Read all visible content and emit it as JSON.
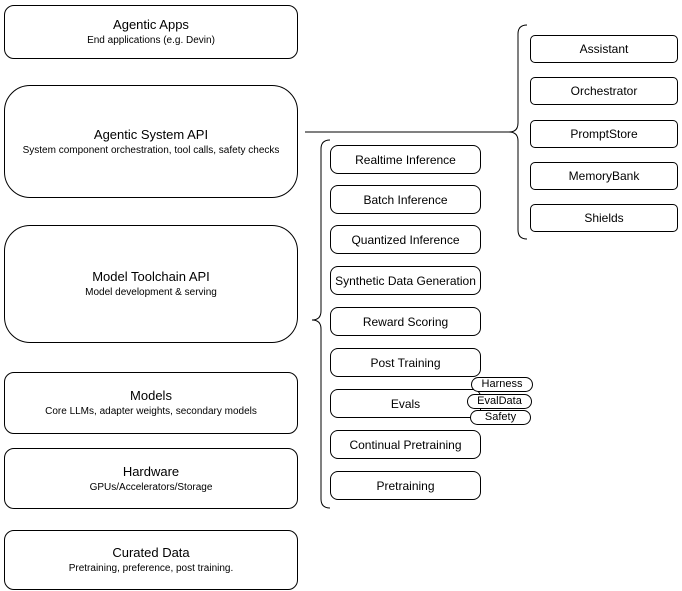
{
  "diagram": {
    "left_stack": [
      {
        "title": "Agentic Apps",
        "subtitle": "End applications (e.g. Devin)"
      },
      {
        "title": "Agentic System API",
        "subtitle": "System component orchestration, tool calls, safety checks"
      },
      {
        "title": "Model Toolchain API",
        "subtitle": "Model development & serving"
      },
      {
        "title": "Models",
        "subtitle": "Core LLMs, adapter weights, secondary models"
      },
      {
        "title": "Hardware",
        "subtitle": "GPUs/Accelerators/Storage"
      },
      {
        "title": "Curated Data",
        "subtitle": "Pretraining, preference, post training."
      }
    ],
    "toolchain_items": [
      "Realtime Inference",
      "Batch Inference",
      "Quantized Inference",
      "Synthetic Data Generation",
      "Reward Scoring",
      "Post Training",
      "Evals",
      "Continual Pretraining",
      "Pretraining"
    ],
    "evals_tags": [
      "Harness",
      "EvalData",
      "Safety"
    ],
    "system_components": [
      "Assistant",
      "Orchestrator",
      "PromptStore",
      "MemoryBank",
      "Shields"
    ],
    "colors": {
      "stroke": "#000000",
      "background": "#ffffff",
      "text": "#000000"
    }
  }
}
